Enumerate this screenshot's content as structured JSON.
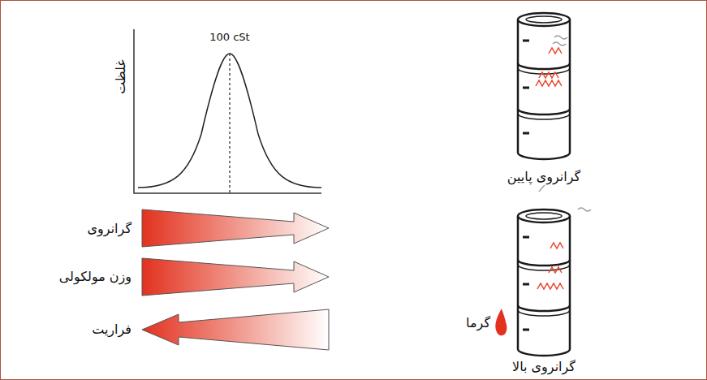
{
  "diagram": {
    "labels": [
      "100 cSt",
      "غلظت",
      "گرانروی",
      "وزن مولکولی",
      "فراریت",
      "گرانروی پایین",
      "گرما",
      "گرانروی بالا"
    ]
  }
}
